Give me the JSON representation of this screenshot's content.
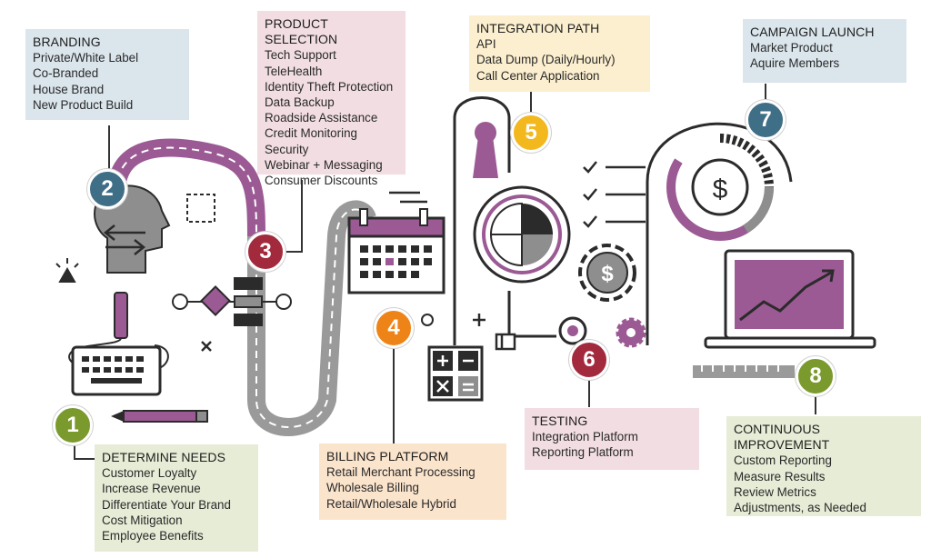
{
  "colors": {
    "road": "#9a9a9a",
    "purple": "#9b5a94",
    "dark": "#2b2b2b",
    "gray": "#8e8e8e"
  },
  "steps": [
    {
      "number": "1",
      "title": "DETERMINE NEEDS",
      "items": [
        "Customer Loyalty",
        "Increase Revenue",
        "Differentiate Your Brand",
        "Cost Mitigation",
        "Employee Benefits"
      ],
      "badge_color": "#7a9a2e",
      "box_color": "#e6ecd6"
    },
    {
      "number": "2",
      "title": "BRANDING",
      "items": [
        "Private/White Label",
        "Co-Branded",
        "House Brand",
        "New Product Build"
      ],
      "badge_color": "#3f6e87",
      "box_color": "#dae5ec"
    },
    {
      "number": "3",
      "title": "PRODUCT SELECTION",
      "items": [
        "Tech Support",
        "TeleHealth",
        "Identity Theft Protection",
        "Data Backup",
        "Roadside Assistance",
        "Credit Monitoring",
        "Security",
        "Webinar + Messaging",
        "Consumer Discounts"
      ],
      "badge_color": "#a32a3d",
      "box_color": "#f1dde2"
    },
    {
      "number": "4",
      "title": "BILLING PLATFORM",
      "items": [
        "Retail Merchant Processing",
        "Wholesale Billing",
        "Retail/Wholesale Hybrid"
      ],
      "badge_color": "#ee8318",
      "box_color": "#fbe4cc"
    },
    {
      "number": "5",
      "title": "INTEGRATION PATH",
      "items": [
        "API",
        "Data Dump (Daily/Hourly)",
        "Call Center Application"
      ],
      "badge_color": "#f2b81d",
      "box_color": "#fcefcf"
    },
    {
      "number": "6",
      "title": "TESTING",
      "items": [
        "Integration Platform",
        "Reporting Platform"
      ],
      "badge_color": "#a32a3d",
      "box_color": "#f1dde2"
    },
    {
      "number": "7",
      "title": "CAMPAIGN LAUNCH",
      "items": [
        "Market Product",
        "Aquire Members"
      ],
      "badge_color": "#3f6e87",
      "box_color": "#dae5ec"
    },
    {
      "number": "8",
      "title": "CONTINUOUS IMPROVEMENT",
      "items": [
        "Custom Reporting",
        "Measure Results",
        "Review Metrics",
        "Adjustments, as Needed"
      ],
      "badge_color": "#7a9a2e",
      "box_color": "#e6ecd6"
    }
  ]
}
